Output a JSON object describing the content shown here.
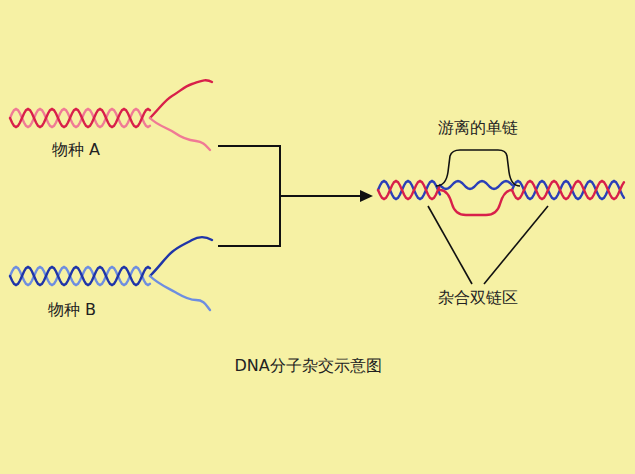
{
  "diagram": {
    "caption": "DNA分子杂交示意图",
    "labels": [
      "物种 A",
      "物种 B",
      "游离的单链",
      "杂合双链区"
    ]
  }
}
